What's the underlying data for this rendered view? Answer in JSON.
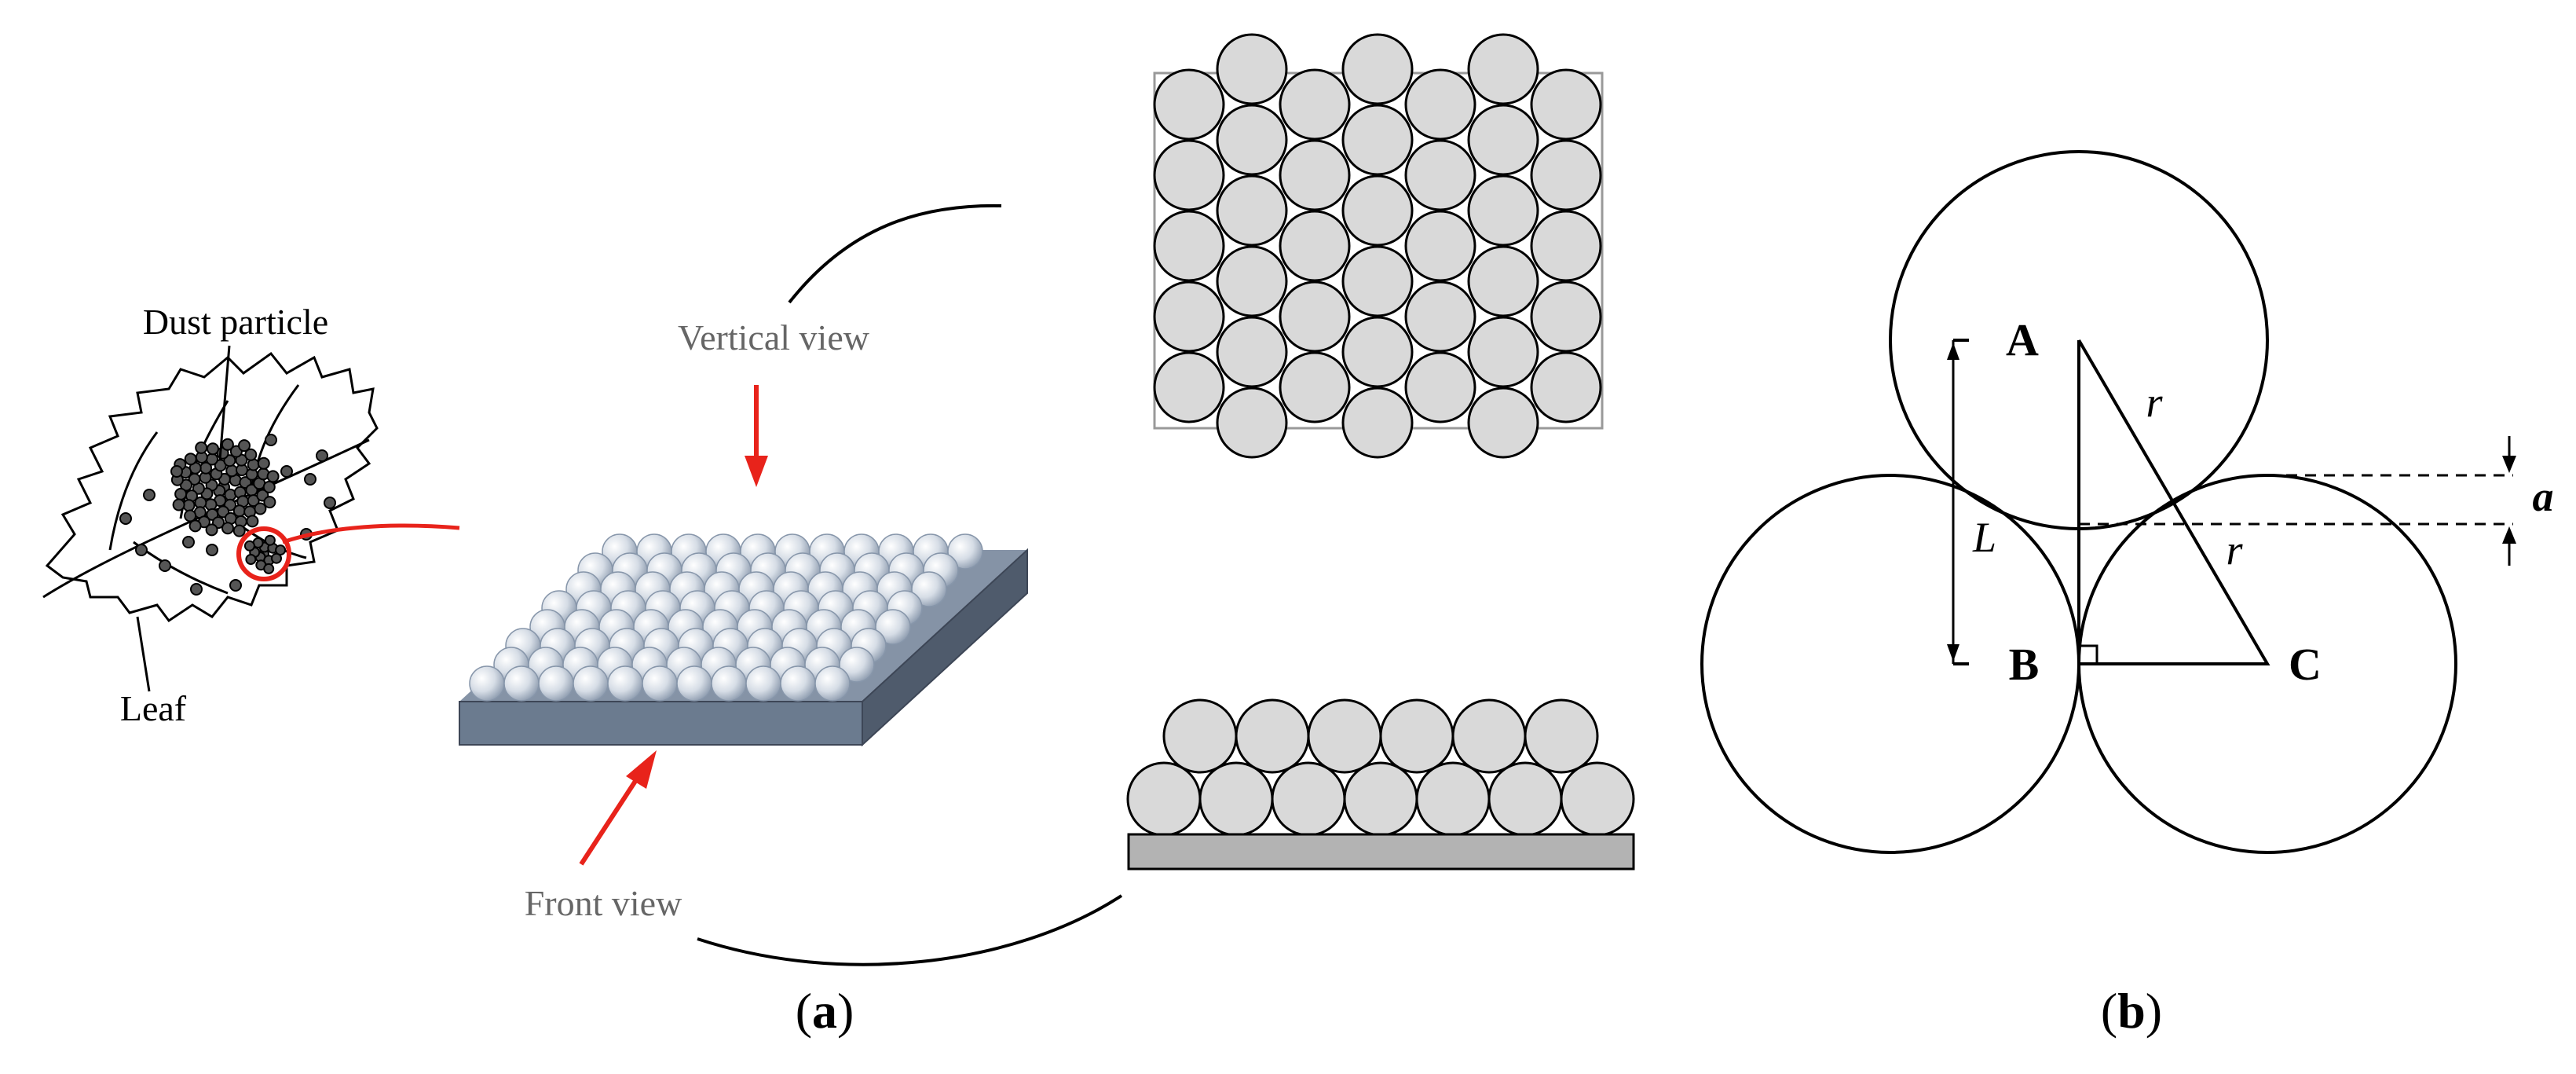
{
  "figure": {
    "panel_a": {
      "label_dust": "Dust particle",
      "label_leaf": "Leaf",
      "label_vertical": "Vertical view",
      "label_front": "Front view",
      "caption_open": "(",
      "caption_letter": "a",
      "caption_close": ")"
    },
    "panel_b": {
      "point_a": "A",
      "point_b": "B",
      "point_c": "C",
      "radius_1": "r",
      "radius_2": "r",
      "length": "L",
      "gap": "a",
      "caption_open": "(",
      "caption_letter": "b",
      "caption_close": ")"
    }
  },
  "colors": {
    "particle_fill": "#d9d9d9",
    "arrow_red": "#e8231b",
    "substrate_top": "#8593a6",
    "substrate_front": "#6b7b8f",
    "front_base": "#b3b3b3"
  }
}
